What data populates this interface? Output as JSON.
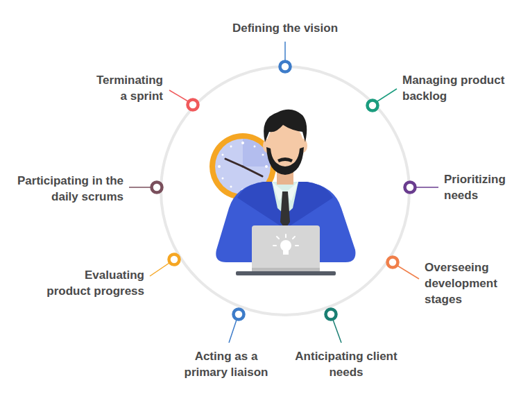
{
  "diagram": {
    "labels": [
      "Defining the vision",
      "Managing product backlog",
      "Prioritizing needs",
      "Overseeing development stages",
      "Anticipating client needs",
      "Acting as a primary liaison",
      "Evaluating product progress",
      "Participating in the daily scrums",
      "Terminating a sprint"
    ]
  }
}
